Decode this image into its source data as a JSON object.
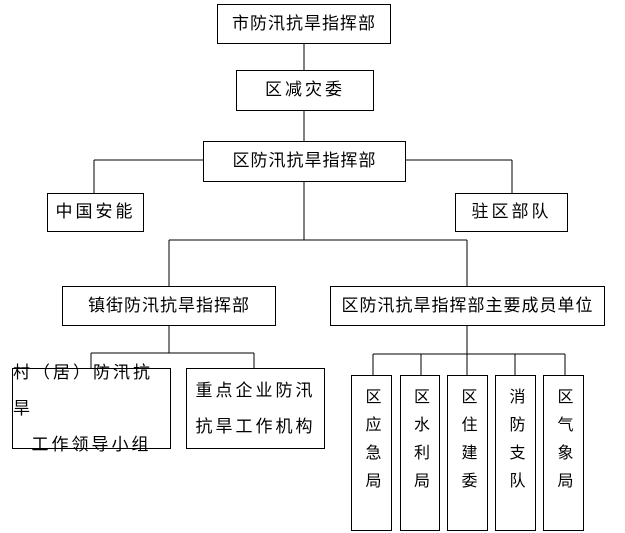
{
  "title": "市防汛抗旱指挥部",
  "reduction_committee": "区减灾委",
  "district_hq": "区防汛抗旱指挥部",
  "china_energy": "中国安能",
  "stationed_troops": "驻区部队",
  "town_hq": "镇街防汛抗旱指挥部",
  "member_units": "区防汛抗旱指挥部主要成员单位",
  "village_group": {
    "line1": "村（居）防汛抗旱",
    "line2": "工作领导小组"
  },
  "enterprise_group": {
    "line1": "重点企业防汛",
    "line2": "抗旱工作机构"
  },
  "units": [
    "区应急局",
    "区水利局",
    "区住建委",
    "消防支队",
    "区气象局"
  ]
}
